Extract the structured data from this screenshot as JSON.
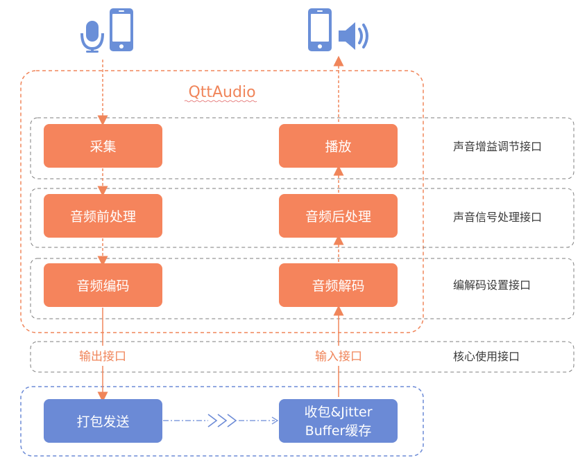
{
  "title": "QttAudio",
  "boxes": {
    "capture": "采集",
    "playback": "播放",
    "pre_process": "音频前处理",
    "post_process": "音频后处理",
    "encode": "音频编码",
    "decode": "音频解码",
    "pack_send": "打包发送",
    "receive_line1": "收包&Jitter",
    "receive_line2": "Buffer缓存"
  },
  "interfaces": {
    "volume_gain": "声音增益调节接口",
    "signal_processing": "声音信号处理接口",
    "codec_settings": "编解码设置接口",
    "core_usage": "核心使用接口"
  },
  "io_labels": {
    "output": "输出接口",
    "input": "输入接口"
  },
  "icons": {
    "sender": [
      "microphone-icon",
      "phone-icon"
    ],
    "receiver": [
      "phone-icon",
      "speaker-icon"
    ]
  },
  "colors": {
    "orange_box": "#f5845c",
    "blue_box": "#6b8ad6",
    "orange_border": "#f0855a",
    "gray_border": "#7d7d7d",
    "blue_border": "#6b8ad6",
    "icon_blue": "#6a8fd8"
  }
}
